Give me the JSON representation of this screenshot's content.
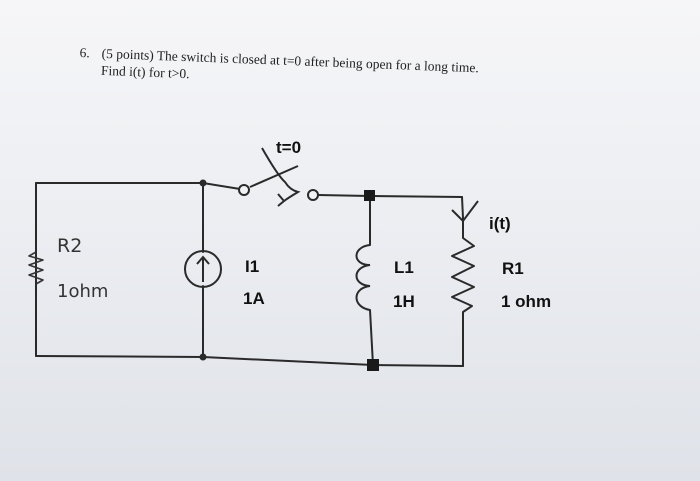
{
  "question": {
    "number": "6.",
    "line1": "(5 points) The switch is closed at t=0 after being open for a long time.",
    "line2": "Find i(t) for t>0."
  },
  "circuit": {
    "switch_label": "t=0",
    "source_name": "I1",
    "source_value": "1A",
    "inductor_name": "L1",
    "inductor_value": "1H",
    "current_label": "i(t)",
    "r1_name": "R1",
    "r1_value": "1 ohm",
    "r2_name": "R2",
    "r2_value": "1ohm"
  }
}
